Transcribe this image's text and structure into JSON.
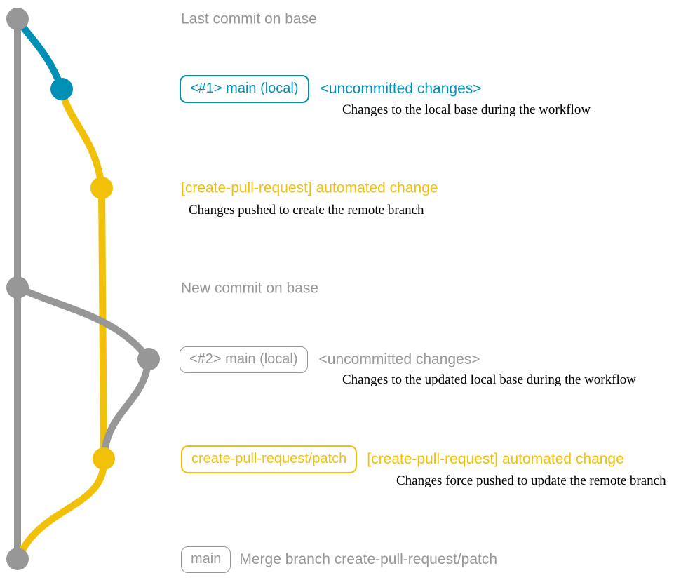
{
  "colors": {
    "gray": "#979797",
    "blue": "#008fb5",
    "yellow": "#f1c109",
    "text": "#000000"
  },
  "rows": {
    "last_commit": {
      "message": "Last commit on base"
    },
    "uncommitted_1": {
      "branch_label": "<#1> main (local)",
      "message": "<uncommitted changes>",
      "description": "Changes to the local base during the workflow"
    },
    "pr_commit_1": {
      "message": "[create-pull-request] automated change",
      "description": "Changes pushed to create the remote branch"
    },
    "new_commit": {
      "message": "New commit on base"
    },
    "uncommitted_2": {
      "branch_label": "<#2> main (local)",
      "message": "<uncommitted changes>",
      "description": "Changes to the updated local base during the workflow"
    },
    "pr_commit_2": {
      "branch_label": "create-pull-request/patch",
      "message": "[create-pull-request] automated change",
      "description": "Changes force pushed to update the remote branch"
    },
    "merge_commit": {
      "branch_label": "main",
      "message": "Merge branch create-pull-request/patch"
    }
  }
}
